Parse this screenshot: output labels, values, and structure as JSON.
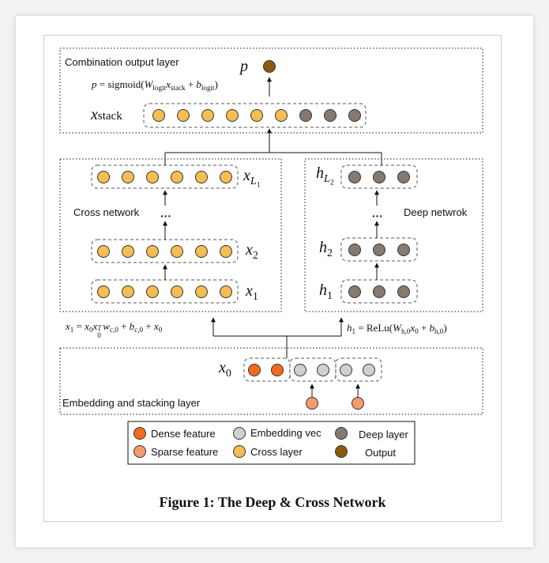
{
  "colors": {
    "dense": "#f26a1b",
    "sparse": "#f49b6e",
    "embedding": "#cfcfcf",
    "cross": "#f5bd52",
    "deep": "#857a72",
    "output": "#8b5a0f"
  },
  "layers": {
    "combination": "Combination output layer",
    "cross": "Cross network",
    "deep": "Deep netwrok",
    "embedding": "Embedding and stacking layer"
  },
  "symbols": {
    "p": "p",
    "x": "x",
    "h": "h",
    "stack": "stack",
    "L1": "L",
    "L1sub": "1",
    "L2": "L",
    "L2sub": "2",
    "one": "1",
    "two": "2",
    "zero": "0",
    "dots": "···"
  },
  "equations": {
    "output_lhs": "p",
    "output_eq": " = sigmoid(",
    "output_W": "W",
    "output_Wsub": "logit",
    "output_x": "x",
    "output_xsub": "stack",
    "output_plus": " + ",
    "output_b": "b",
    "output_bsub": "logit",
    "output_close": ")",
    "cross_x1": "x",
    "cross_x1sub": "1",
    "cross_eq": " = ",
    "cross_x0": "x",
    "cross_x0sub": "0",
    "cross_x0T": "x",
    "cross_x0Tsub": "0",
    "cross_T": "T",
    "cross_w": "w",
    "cross_wsub": "c,0",
    "cross_plus1": " + ",
    "cross_b": "b",
    "cross_bsub": "c,0",
    "cross_plus2": " + ",
    "cross_x0b": "x",
    "cross_x0bsub": "0",
    "deep_h1": "h",
    "deep_h1sub": "1",
    "deep_eq": " = ReLu(",
    "deep_W": "W",
    "deep_Wsub": "h,0",
    "deep_x0": "x",
    "deep_x0sub": "0",
    "deep_plus": " + ",
    "deep_b": "b",
    "deep_bsub": "h,0",
    "deep_close": ")"
  },
  "legend": {
    "dense": "Dense feature",
    "sparse": "Sparse feature",
    "embedding": "Embedding vec",
    "cross": "Cross layer",
    "deep": "Deep layer",
    "output": "Output"
  },
  "caption": "Figure 1: The Deep & Cross Network"
}
